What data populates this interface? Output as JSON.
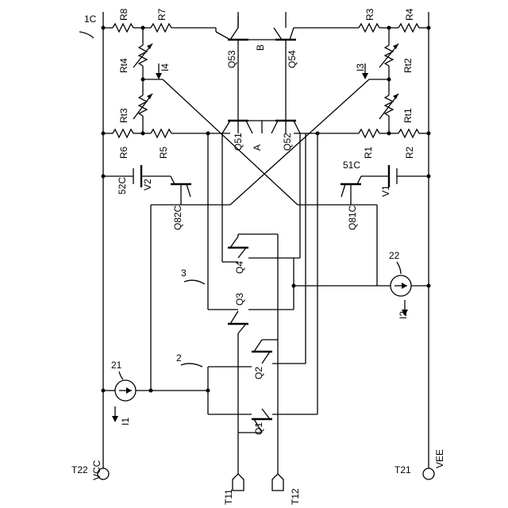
{
  "terminals": {
    "vcc_pin": "T22",
    "vcc_net": "VCC",
    "vee_pin": "T21",
    "vee_net": "VEE",
    "input1": "T11",
    "input2": "T12"
  },
  "blocks": {
    "main": "1C",
    "block3": "3",
    "block2": "2"
  },
  "resistors": {
    "r1": "R1",
    "r2": "R2",
    "r3": "R3",
    "r4": "R4",
    "r5": "R5",
    "r6": "R6",
    "r7": "R7",
    "r8": "R8",
    "rt1": "Rt1",
    "rt2": "Rt2",
    "rt3": "Rt3",
    "rt4": "Rt4"
  },
  "transistors": {
    "q1": "Q1",
    "q2": "Q2",
    "q3": "Q3",
    "q4": "Q4",
    "q51": "Q51",
    "q52": "Q52",
    "q53": "Q53",
    "q54": "Q54",
    "q81c": "Q81C",
    "q82c": "Q82C"
  },
  "sources": {
    "v1": "V1",
    "v2": "V2",
    "cs21": "21",
    "cs22": "22",
    "i1": "I1",
    "i2": "I2",
    "i3": "I3",
    "i4": "I4"
  },
  "nodes": {
    "a": "A",
    "b": "B",
    "c51": "51C",
    "c52": "52C"
  }
}
